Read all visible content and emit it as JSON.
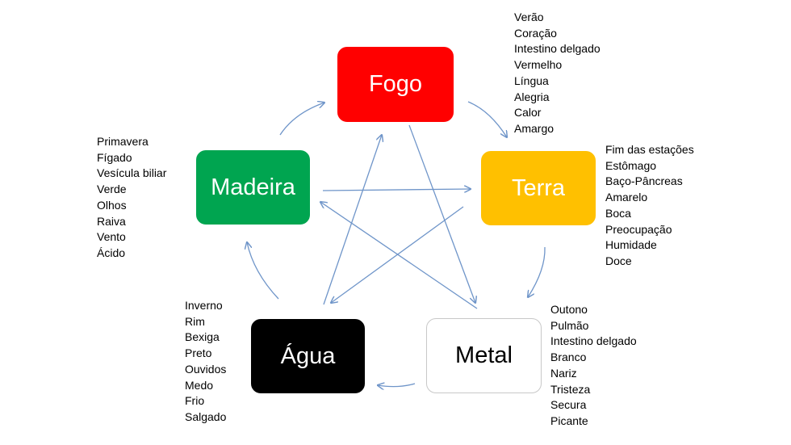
{
  "elements": [
    {
      "key": "fogo",
      "name": "Fogo",
      "fill": "#ff0000",
      "text_color": "#ffffff",
      "border": "#ff0000",
      "attributes": [
        "Verão",
        "Coração",
        "Intestino delgado",
        "Vermelho",
        "Língua",
        "Alegria",
        "Calor",
        "Amargo"
      ]
    },
    {
      "key": "terra",
      "name": "Terra",
      "fill": "#ffc000",
      "text_color": "#ffffff",
      "border": "#ffc000",
      "attributes": [
        "Fim das estações",
        "Estômago",
        "Baço-Pâncreas",
        "Amarelo",
        "Boca",
        "Preocupação",
        "Humidade",
        "Doce"
      ]
    },
    {
      "key": "metal",
      "name": "Metal",
      "fill": "#ffffff",
      "text_color": "#000000",
      "border": "#c8c8c8",
      "attributes": [
        "Outono",
        "Pulmão",
        "Intestino delgado",
        "Branco",
        "Nariz",
        "Tristeza",
        "Secura",
        "Picante"
      ]
    },
    {
      "key": "agua",
      "name": "Água",
      "fill": "#000000",
      "text_color": "#ffffff",
      "border": "#000000",
      "attributes": [
        "Inverno",
        "Rim",
        "Bexiga",
        "Preto",
        "Ouvidos",
        "Medo",
        "Frio",
        "Salgado"
      ]
    },
    {
      "key": "madeira",
      "name": "Madeira",
      "fill": "#00a550",
      "text_color": "#ffffff",
      "border": "#00a550",
      "attributes": [
        "Primavera",
        "Fígado",
        "Vesícula biliar",
        "Verde",
        "Olhos",
        "Raiva",
        "Vento",
        "Ácido"
      ]
    }
  ],
  "cycles": {
    "generating": [
      [
        "madeira",
        "fogo"
      ],
      [
        "fogo",
        "terra"
      ],
      [
        "terra",
        "metal"
      ],
      [
        "metal",
        "agua"
      ],
      [
        "agua",
        "madeira"
      ]
    ],
    "controlling": [
      [
        "madeira",
        "terra"
      ],
      [
        "terra",
        "agua"
      ],
      [
        "agua",
        "fogo"
      ],
      [
        "fogo",
        "metal"
      ],
      [
        "metal",
        "madeira"
      ]
    ]
  },
  "colors": {
    "arrow": "#6f95c9"
  }
}
